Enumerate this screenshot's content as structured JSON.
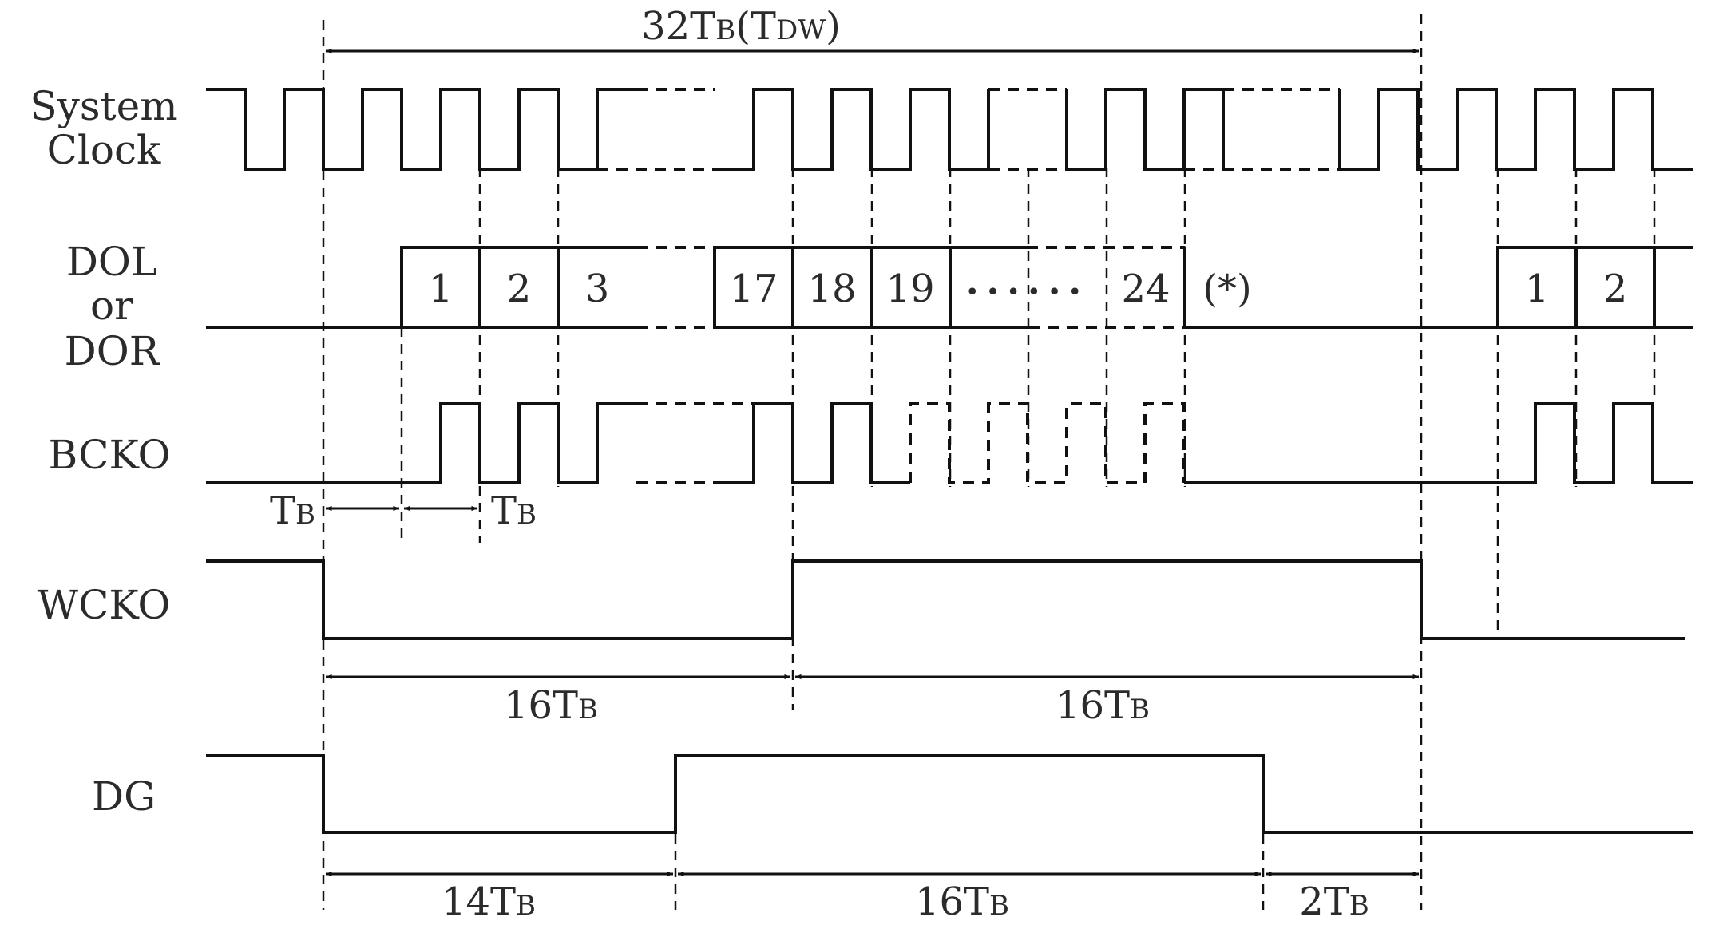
{
  "signals": {
    "system_clock": {
      "line1": "System",
      "line2": "Clock"
    },
    "dol_dor": {
      "line1": "DOL",
      "line2": "or",
      "line3": "DOR"
    },
    "bcko": "BCKO",
    "wcko": "WCKO",
    "dg": "DG"
  },
  "top_dimension": {
    "main": "32T",
    "sub": "B",
    "paren_open": "(T",
    "paren_sub": "DW",
    "paren_close": ")"
  },
  "data_cells": [
    "1",
    "2",
    "3",
    "17",
    "18",
    "19",
    "24"
  ],
  "data_cells_repeat": [
    "1",
    "2"
  ],
  "ellipsis": "••••••",
  "asterisk_note": "(*)",
  "tb_labels": {
    "left": {
      "main": "T",
      "sub": "B"
    },
    "right": {
      "main": "T",
      "sub": "B"
    }
  },
  "wcko_dimensions": [
    {
      "main": "16T",
      "sub": "B"
    },
    {
      "main": "16T",
      "sub": "B"
    }
  ],
  "dg_dimensions": [
    {
      "main": "14T",
      "sub": "B"
    },
    {
      "main": "16T",
      "sub": "B"
    },
    {
      "main": "2T",
      "sub": "B"
    }
  ]
}
